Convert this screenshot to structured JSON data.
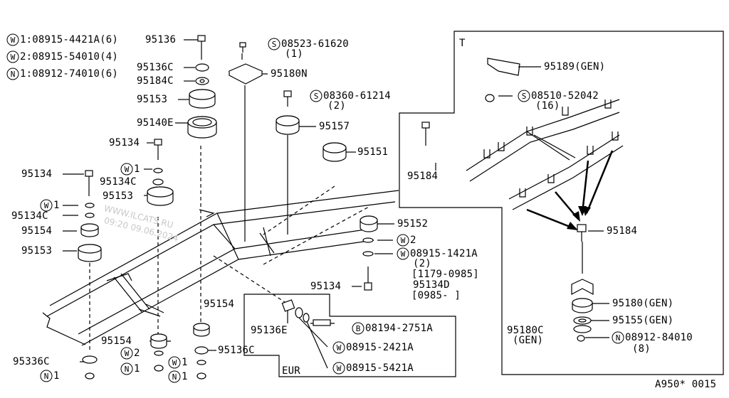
{
  "watermark": {
    "site": "WWW.ILCATS.RU",
    "stamp": "09:20 09.06.2024"
  },
  "legend": {
    "w1": "1:08915-4421A(6)",
    "w2": "2:08915-54010(4)",
    "n1": "1:08912-74010(6)"
  },
  "labels": {
    "p95136": "95136",
    "p95136c_top": "95136C",
    "p95184c": "95184C",
    "p95153_top": "95153",
    "p95140e": "95140E",
    "p95134_a": "95134",
    "p95134_b": "95134",
    "w1_a": "1",
    "p95134c_a": "95134C",
    "p95153_mid": "95153",
    "w1_b": "1",
    "p95134c_b": "95134C",
    "p95154_a": "95154",
    "p95153_b": "95153",
    "s_08523": "08523-61620",
    "s_08523_qty": "(1)",
    "p95180n": "95180N",
    "s_08360": "08360-61214",
    "s_08360_qty": "(2)",
    "p95157": "95157",
    "p95151": "95151",
    "p95152": "95152",
    "w2_right": "2",
    "w_08915_1421a": "08915-1421A",
    "w_08915_1421a_qty": "(2)",
    "range1": "[1179-0985]",
    "p95134d": "95134D",
    "range2": "[0985-   ]",
    "p95134_right": "95134",
    "p95154_mid": "95154",
    "p95154_low": "95154",
    "w2_low": "2",
    "n1_low_a": "1",
    "p95336c": "95336C",
    "n1_low_b": "1",
    "p95136c_low": "95136C",
    "w1_low": "1",
    "n1_low_c": "1",
    "p95136e": "95136E",
    "b_08194": "08194-2751A",
    "w_08915_2421a": "08915-2421A",
    "w_08915_5421a": "08915-5421A",
    "eur": "EUR",
    "t": "T",
    "p95189": "95189(GEN)",
    "s_08510": "08510-52042",
    "s_08510_qty": "(16)",
    "p95184_inset": "95184",
    "p95184_t": "95184",
    "p95180gen": "95180(GEN)",
    "p95155gen": "95155(GEN)",
    "p95180c": "95180C",
    "p95180c_gen": "(GEN)",
    "n_08912": "08912-84010",
    "n_08912_qty": "(8)",
    "code": "A950* 0015"
  },
  "circle_letters": {
    "w": "W",
    "n": "N",
    "s": "S",
    "b": "B"
  }
}
